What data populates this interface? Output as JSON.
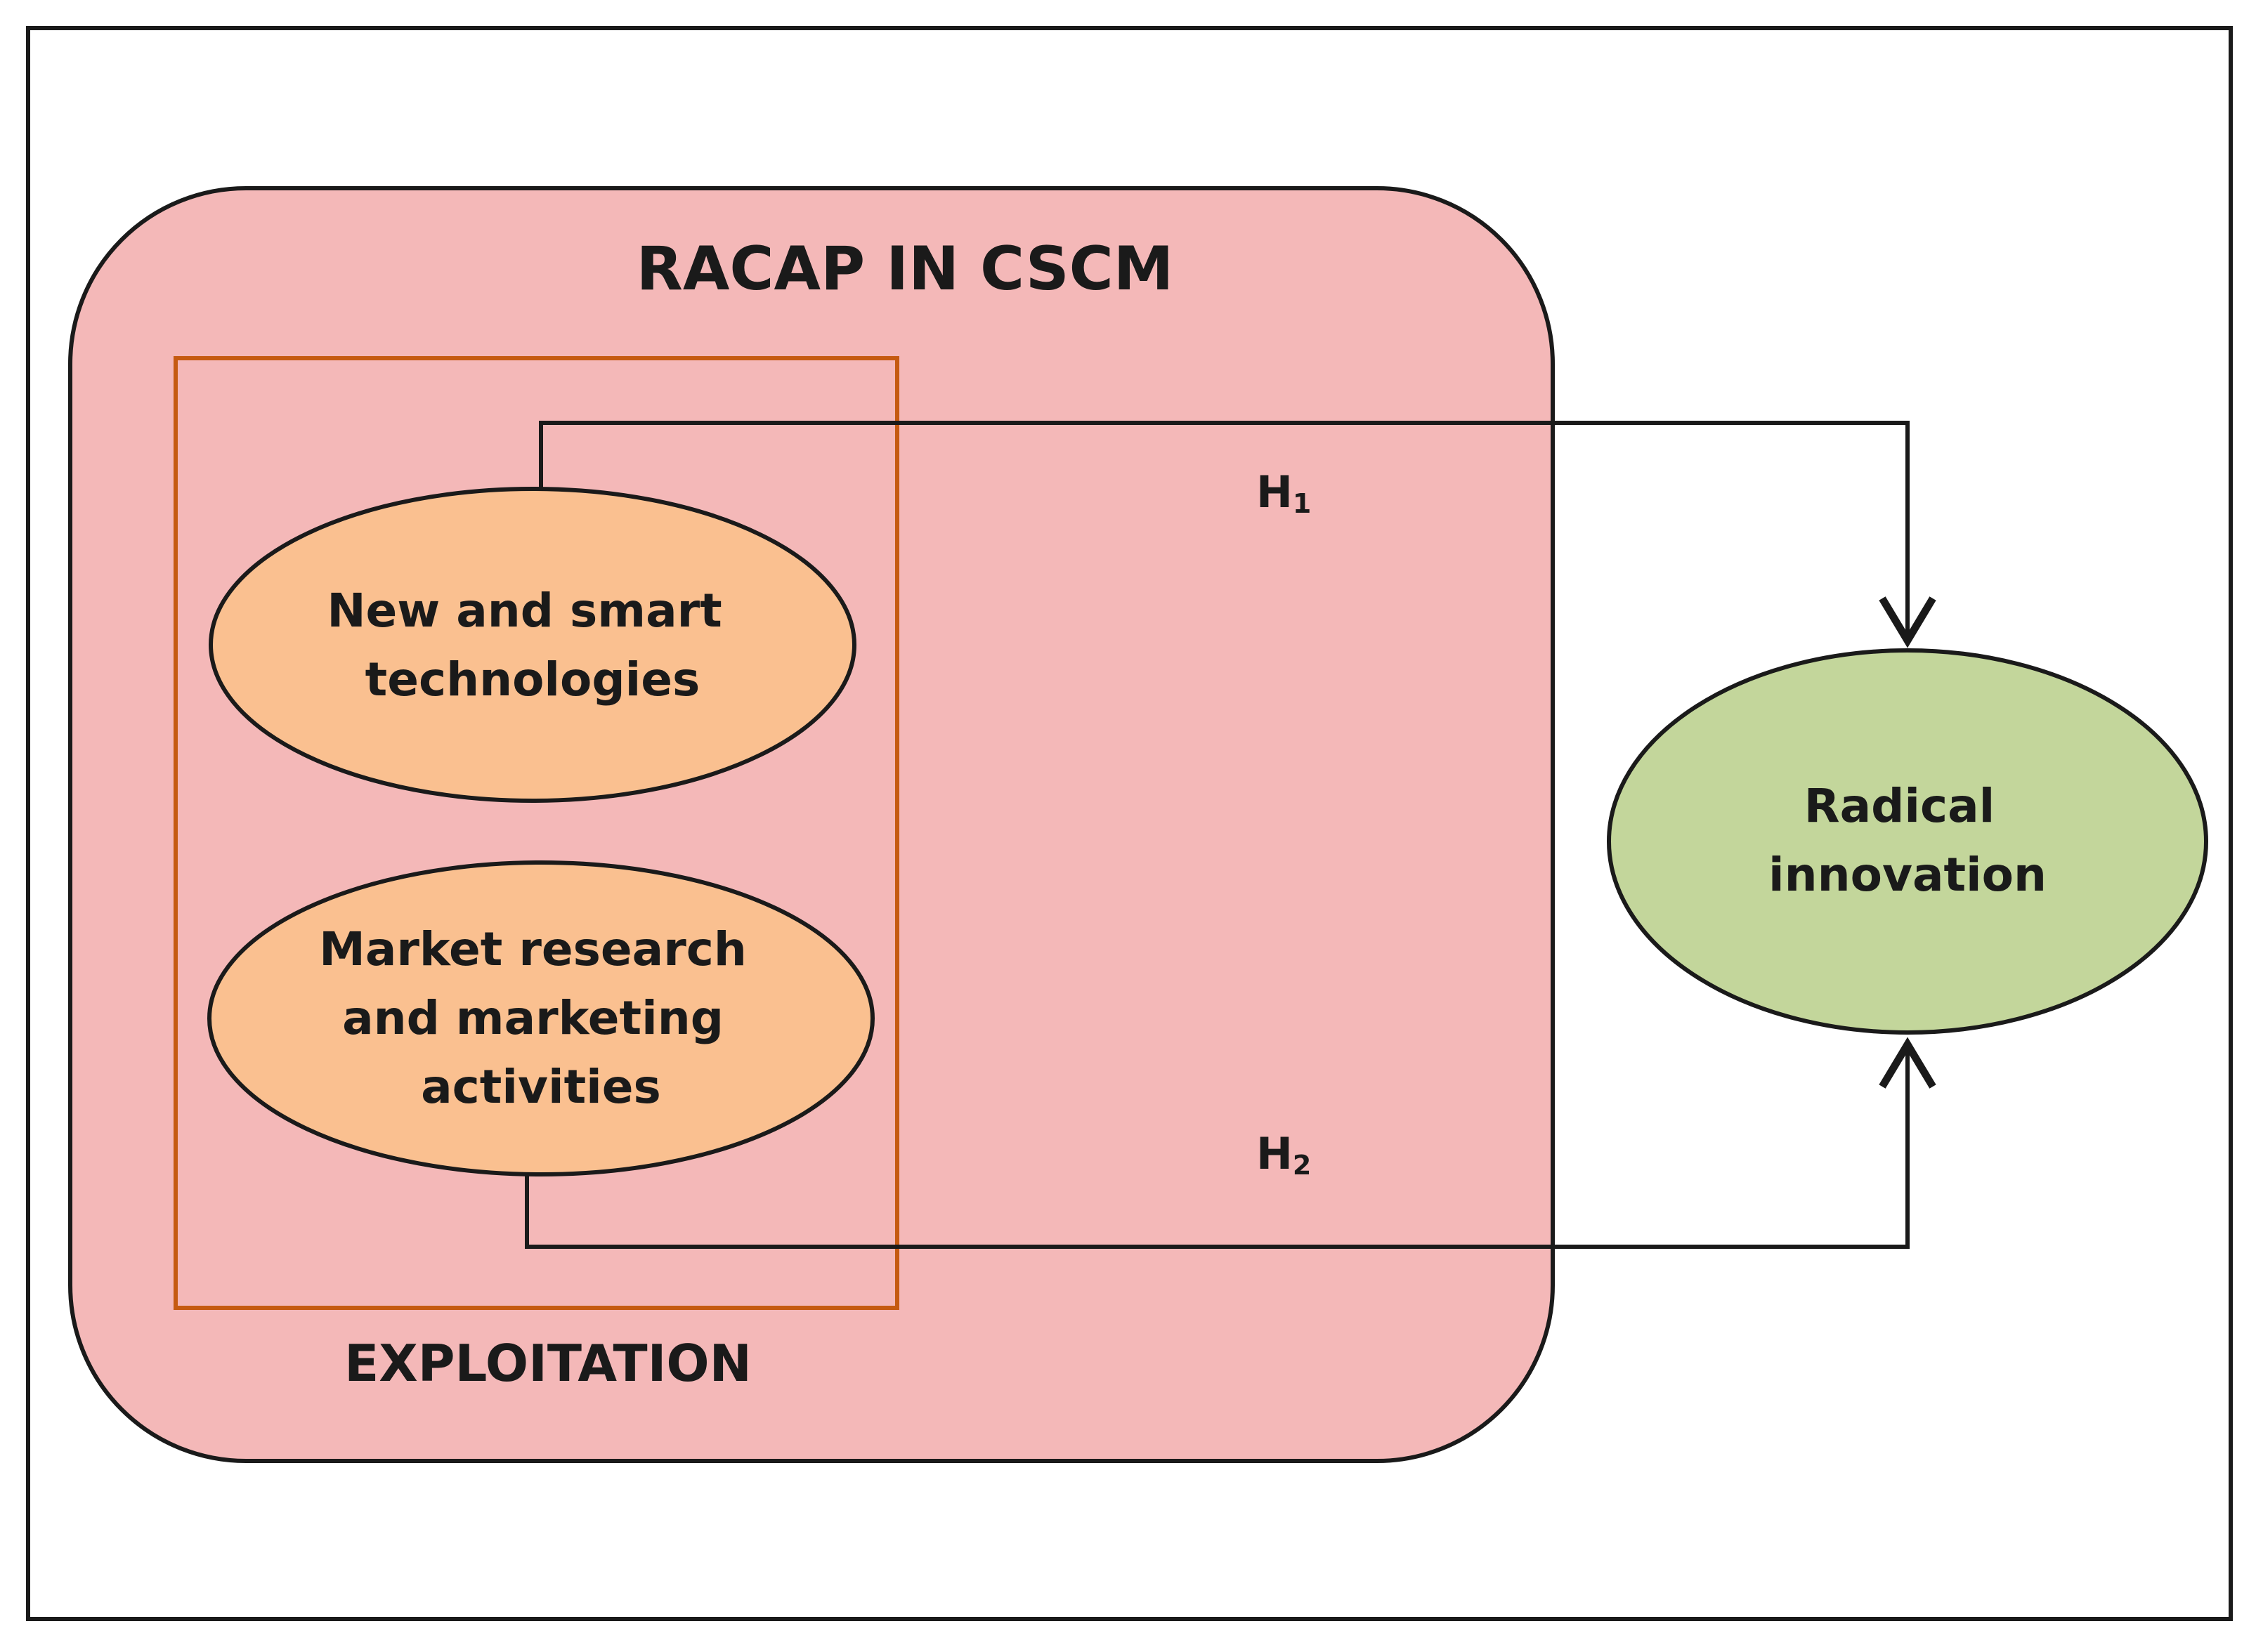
{
  "diagram": {
    "container_title": "RACAP IN CSCM",
    "group_label": "EXPLOITATION",
    "nodes": {
      "technologies": [
        "New and smart",
        "technologies"
      ],
      "market": [
        "Market research",
        "and marketing",
        "activities"
      ],
      "radical": [
        "Radical",
        "innovation"
      ]
    },
    "hypotheses": {
      "h1": "H",
      "h1_sub": "1",
      "h2": "H",
      "h2_sub": "2"
    },
    "colors": {
      "frame": "#1a1a1a",
      "container_fill": "#f4b8b8",
      "group_border": "#c55a11",
      "antecedent_fill": "#fac090",
      "outcome_fill": "#c3d69b",
      "arrow": "#1a1a1a"
    }
  }
}
